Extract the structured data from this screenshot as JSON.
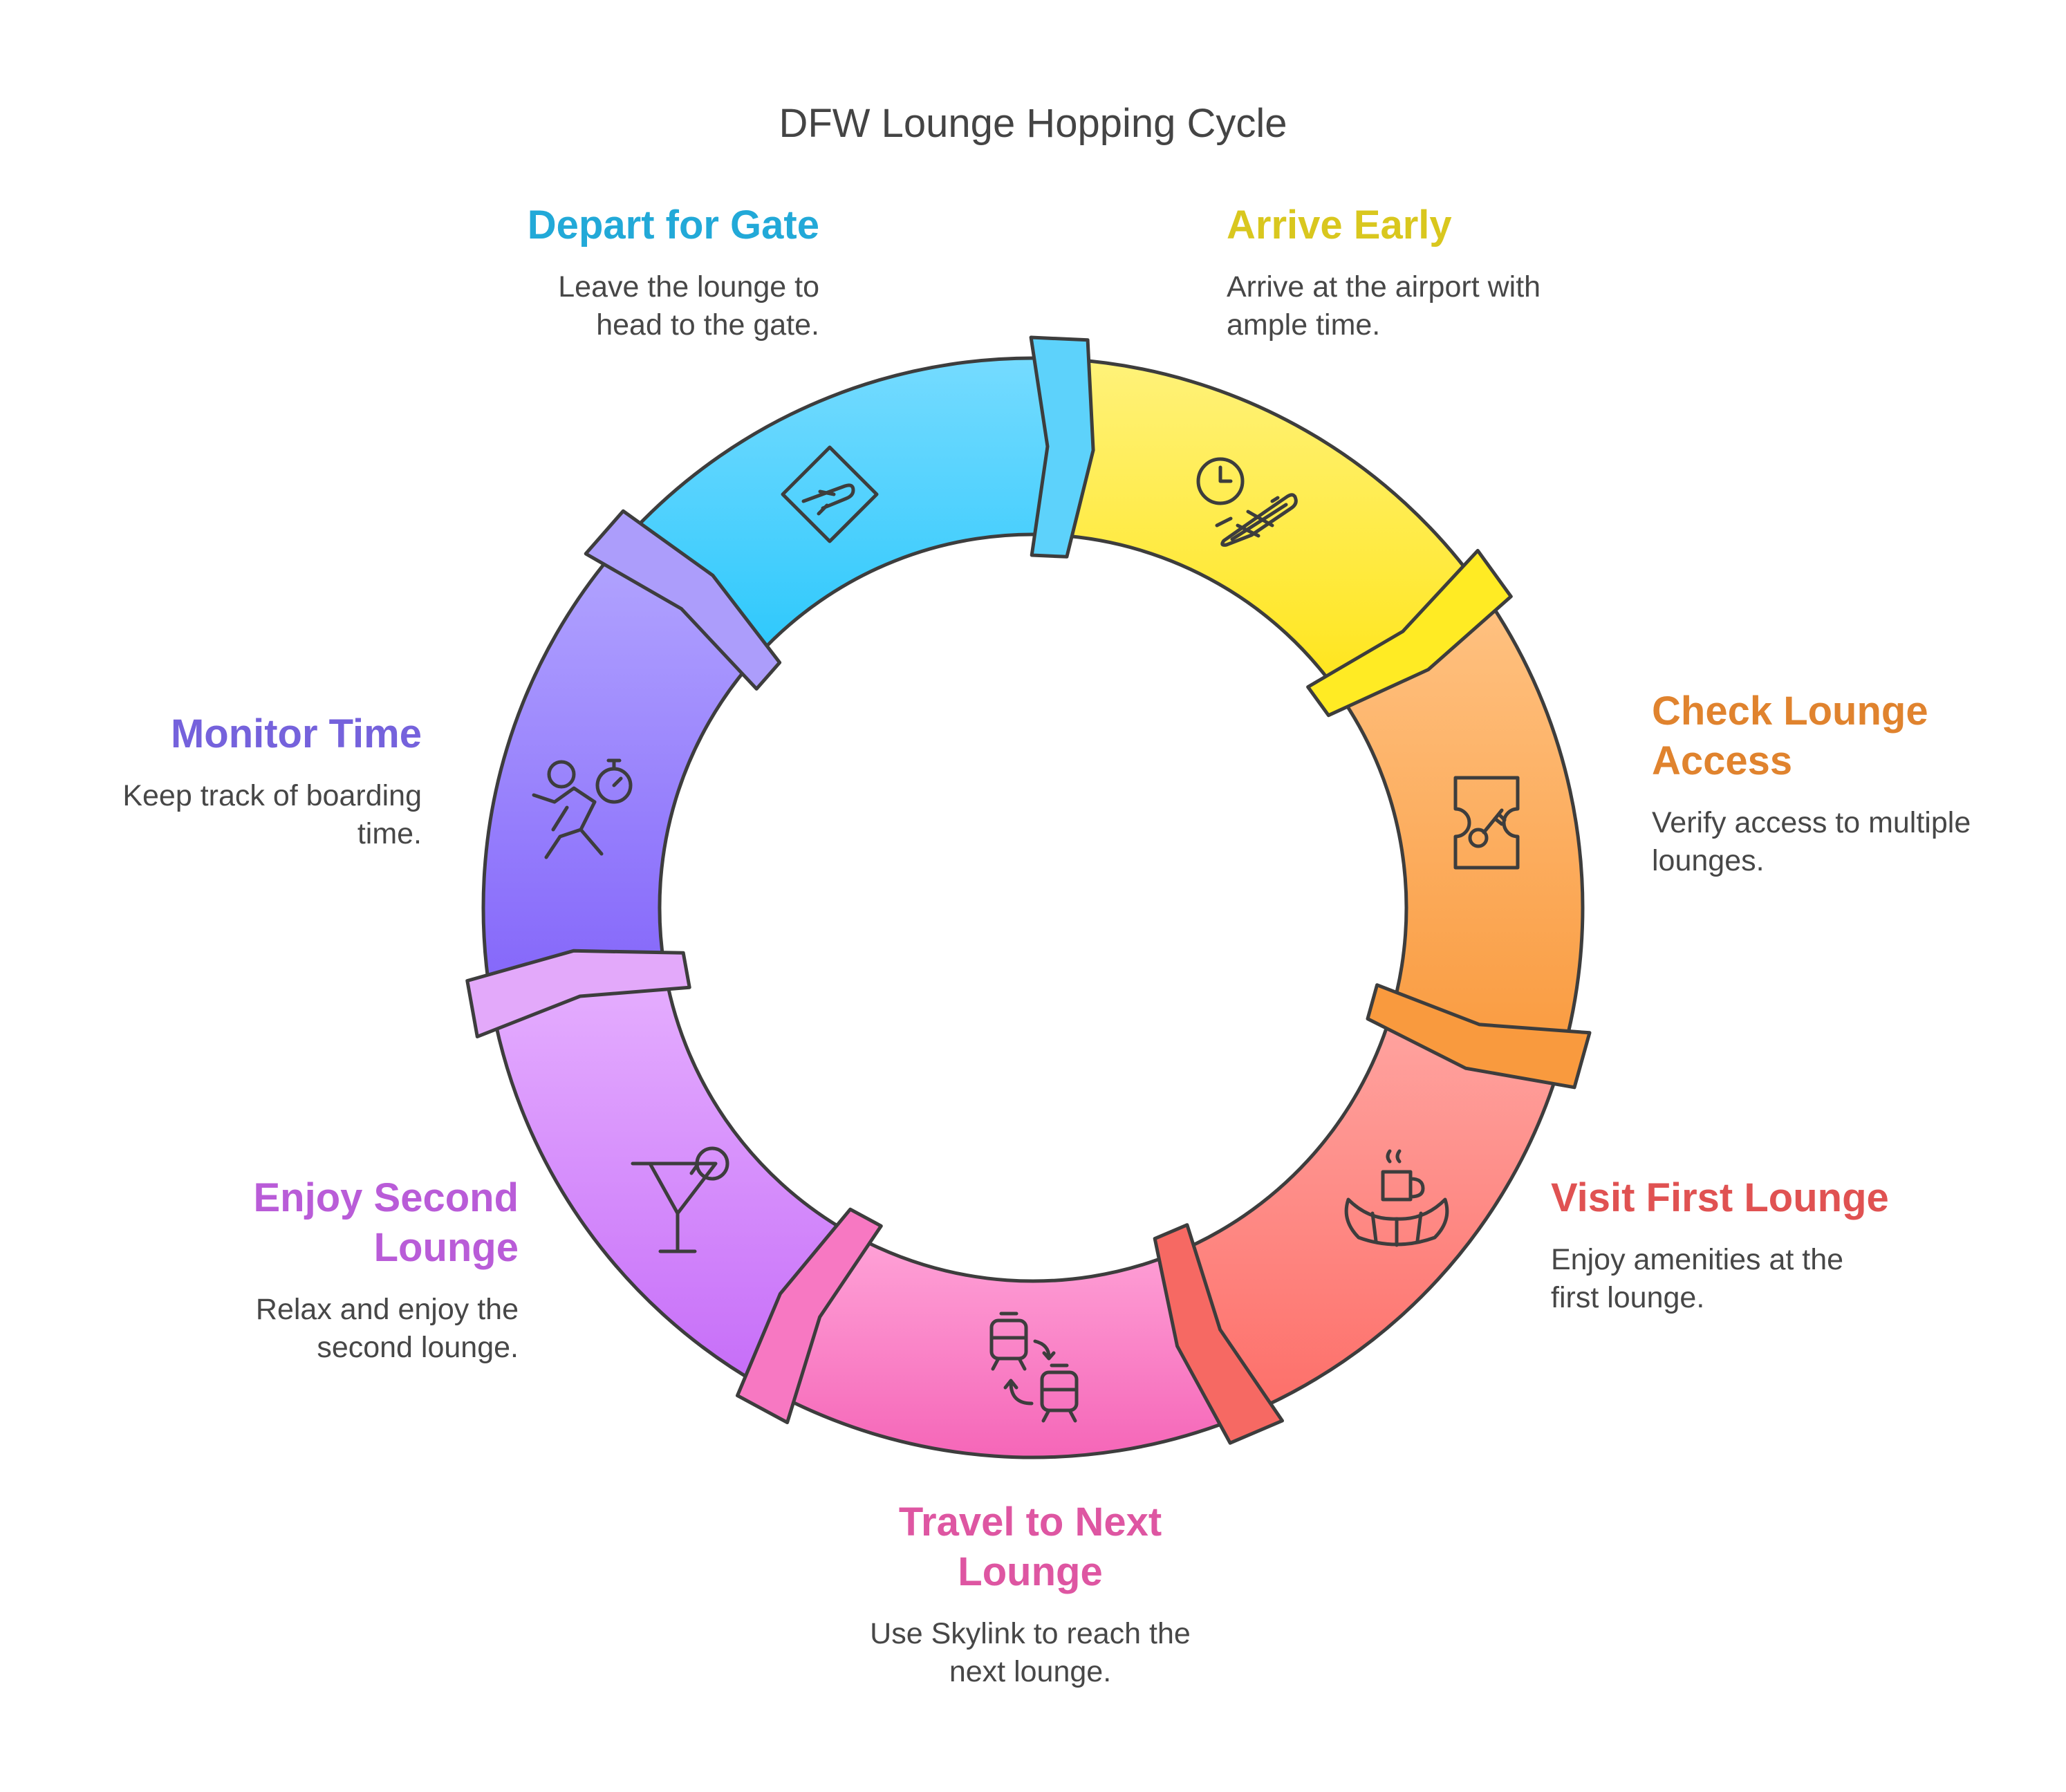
{
  "title": "DFW Lounge Hopping Cycle",
  "steps": [
    {
      "title": "Arrive Early",
      "description": "Arrive at the airport with ample time.",
      "color": "#D9C71E",
      "icon": "clock-airplane-icon"
    },
    {
      "title": "Check Lounge Access",
      "description": "Verify access to multiple lounges.",
      "color": "#E0832E",
      "icon": "key-ticket-icon"
    },
    {
      "title": "Visit First Lounge",
      "description": "Enjoy amenities at the first lounge.",
      "color": "#E05252",
      "icon": "coffee-croissant-icon"
    },
    {
      "title": "Travel to Next Lounge",
      "description": "Use Skylink to reach the next lounge.",
      "color": "#DE56A2",
      "icon": "train-transfer-icon"
    },
    {
      "title": "Enjoy Second Lounge",
      "description": "Relax and enjoy the second lounge.",
      "color": "#B95CD8",
      "icon": "cocktail-icon"
    },
    {
      "title": "Monitor Time",
      "description": "Keep track of boarding time.",
      "color": "#7562DC",
      "icon": "running-stopwatch-icon"
    },
    {
      "title": "Depart for Gate",
      "description": "Leave the lounge to head to the gate.",
      "color": "#22A9D8",
      "icon": "departure-sign-icon"
    }
  ],
  "segment_colors": [
    {
      "top": "#FFF27A",
      "bottom": "#FFE51A",
      "tab": "#FFEB24"
    },
    {
      "top": "#FFC282",
      "bottom": "#F99A3E",
      "tab": "#F99A3E"
    },
    {
      "top": "#FFA4A0",
      "bottom": "#FD6E68",
      "tab": "#F66963"
    },
    {
      "top": "#FFA4D8",
      "bottom": "#F566B8",
      "tab": "#F778C2"
    },
    {
      "top": "#E6B0FF",
      "bottom": "#C66DF8",
      "tab": "#E3A9FA"
    },
    {
      "top": "#B3A6FF",
      "bottom": "#8466FA",
      "tab": "#AC9DFB"
    },
    {
      "top": "#75DBFF",
      "bottom": "#2DC8FC",
      "tab": "#5DD2FB"
    }
  ]
}
